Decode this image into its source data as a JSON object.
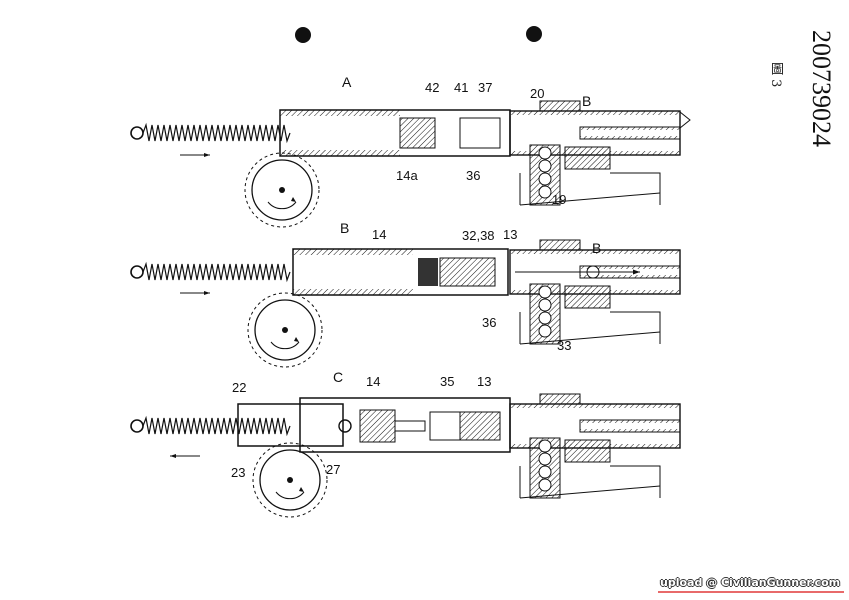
{
  "patent_number": "200739024",
  "figure_label": "圖 3",
  "watermark": "upload @ CivilianGunner.com",
  "colors": {
    "ink": "#111111",
    "watermark_line": "#e86a6a"
  },
  "views": [
    {
      "name": "A",
      "labels": {
        "l42": "42",
        "l41": "41",
        "l37": "37",
        "l20": "20",
        "lB": "B",
        "l14a": "14a",
        "l36": "36",
        "l19": "19"
      }
    },
    {
      "name": "B",
      "labels": {
        "l14": "14",
        "l3238": "32,38",
        "l13": "13",
        "lB": "B",
        "l36": "36",
        "l33": "33"
      }
    },
    {
      "name": "C",
      "labels": {
        "l22": "22",
        "l14": "14",
        "l35": "35",
        "l13": "13",
        "l23": "23",
        "l27": "27"
      }
    }
  ]
}
